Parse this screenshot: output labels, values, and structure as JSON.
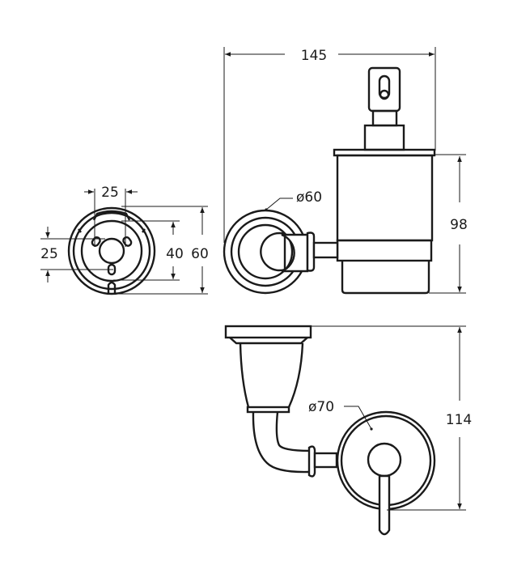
{
  "dimensions": {
    "total_width": "145",
    "container_height": "98",
    "wall_plate_diameter_side": "ø60",
    "mount_spacing_horizontal": "25",
    "mount_spacing_vertical": "25",
    "mount_height_40": "40",
    "mount_height_60": "60",
    "total_depth": "114",
    "wall_plate_diameter_top": "ø70"
  },
  "colors": {
    "line": "#1a1a1a",
    "background": "#ffffff"
  }
}
